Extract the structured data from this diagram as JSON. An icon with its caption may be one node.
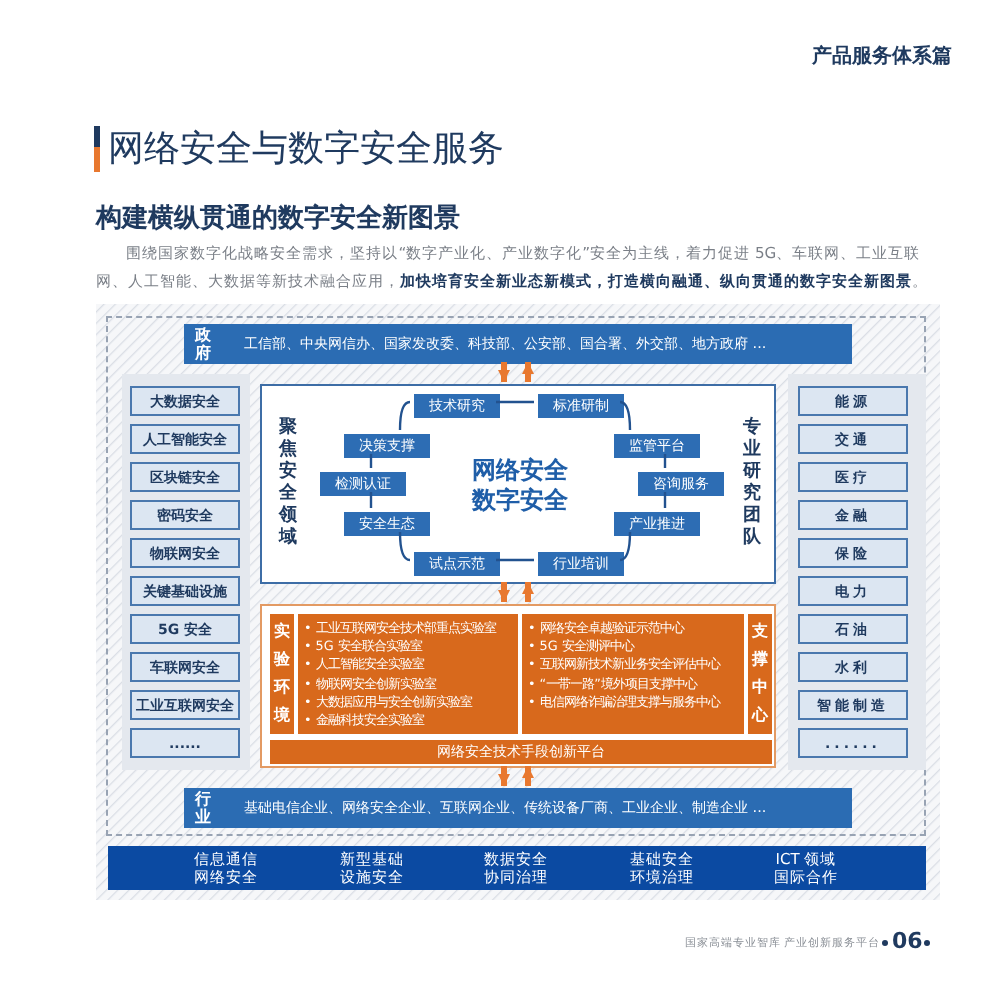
{
  "diagram": {
    "title": "网络安全与数字安全服务",
    "nodes": [
      {
        "text": [],
        "shape": "box"
      },
      {
        "text": [
          "政府",
          "工信部、中央网信办、国家发改委、科技部、公安部、国合署、外交部、地方政府 ..."
        ],
        "in": 0
      },
      {
        "text": [],
        "shape": "box",
        "in": 0
      },
      {
        "text": [
          "大数据安全"
        ],
        "in": 2
      },
      {
        "text": [
          "人工智能安全"
        ],
        "in": 2
      },
      {
        "text": [
          "区块链安全"
        ],
        "in": 2
      },
      {
        "text": [
          "密码安全"
        ],
        "in": 2
      },
      {
        "text": [
          "物联网安全"
        ],
        "in": 2
      },
      {
        "text": [
          "关键基础设施"
        ],
        "in": 2
      },
      {
        "text": [
          "5G 安全"
        ],
        "in": 2
      },
      {
        "text": [
          "车联网安全"
        ],
        "in": 2
      },
      {
        "text": [
          "工业互联网安全"
        ],
        "in": 2
      },
      {
        "text": [
          "......"
        ],
        "in": 2
      },
      {
        "text": [
          "聚焦安全领域",
          "网络安全数字安全",
          "专业研究团队"
        ],
        "in": 0
      },
      {
        "text": [
          "技术研究"
        ],
        "in": 13
      },
      {
        "text": [
          "标准研制"
        ],
        "in": 13
      },
      {
        "text": [
          "决策支撑"
        ],
        "in": 13
      },
      {
        "text": [
          "监管平台"
        ],
        "in": 13
      },
      {
        "text": [
          "检测认证"
        ],
        "in": 13
      },
      {
        "text": [
          "咨询服务"
        ],
        "in": 13
      },
      {
        "text": [
          "安全生态"
        ],
        "in": 13
      },
      {
        "text": [
          "产业推进"
        ],
        "in": 13
      },
      {
        "text": [
          "试点示范"
        ],
        "in": 13
      },
      {
        "text": [
          "行业培训"
        ],
        "in": 13
      },
      {
        "text": [],
        "shape": "box",
        "in": 0
      },
      {
        "text": [
          "实验环境"
        ],
        "in": 24
      },
      {
        "text": [
          "• 工业互联网安全技术部重点实验室",
          "• 5G 安全联合实验室",
          "• 人工智能安全实验室",
          "• 物联网安全创新实验室",
          "• 大数据应用与安全创新实验室",
          "• 金融科技安全实验室"
        ],
        "in": 24
      },
      {
        "text": [
          "• 网络安全卓越验证示范中心",
          "• 5G 安全测评中心",
          "• 互联网新技术新业务安全评估中心",
          "• “一带一路”境外项目支撑中心",
          "• 电信网络诈骗治理支撑与服务中心"
        ],
        "in": 24
      },
      {
        "text": [
          "支撑中心"
        ],
        "in": 24
      },
      {
        "text": [
          "网络安全技术手段创新平台"
        ],
        "in": 24
      },
      {
        "text": [],
        "shape": "box",
        "in": 0
      },
      {
        "text": [
          "能源"
        ],
        "in": 30
      },
      {
        "text": [
          "交通"
        ],
        "in": 30
      },
      {
        "text": [
          "医疗"
        ],
        "in": 30
      },
      {
        "text": [
          "金融"
        ],
        "in": 30
      },
      {
        "text": [
          "保险"
        ],
        "in": 30
      },
      {
        "text": [
          "电力"
        ],
        "in": 30
      },
      {
        "text": [
          "石油"
        ],
        "in": 30
      },
      {
        "text": [
          "水利"
        ],
        "in": 30
      },
      {
        "text": [
          "智能制造"
        ],
        "in": 30
      },
      {
        "text": [
          "......"
        ],
        "in": 30
      },
      {
        "text": [
          "行业",
          "基础电信企业、网络安全企业、互联网企业、传统设备厂商、工业企业、制造企业 ..."
        ],
        "in": 0
      },
      {
        "text": [
          "信息通信网络安全",
          "新型基础设施安全",
          "数据安全协同治理",
          "基础安全环境治理",
          "ICT 领域国际合作"
        ]
      }
    ],
    "edges": [
      {
        "from": 14,
        "to": 15,
        "arrow": "none"
      },
      {
        "from": 14,
        "to": 16,
        "arrow": "none"
      },
      {
        "from": 16,
        "to": 18,
        "arrow": "none"
      },
      {
        "from": 18,
        "to": 20,
        "arrow": "none"
      },
      {
        "from": 20,
        "to": 22,
        "arrow": "none"
      },
      {
        "from": 22,
        "to": 23,
        "arrow": "none"
      },
      {
        "from": 23,
        "to": 21,
        "arrow": "none"
      },
      {
        "from": 21,
        "to": 19,
        "arrow": "none"
      },
      {
        "from": 19,
        "to": 17,
        "arrow": "none"
      },
      {
        "from": 17,
        "to": 15,
        "arrow": "none"
      },
      {
        "from": 1,
        "to": 13,
        "arrow": "to",
        "style": "thick",
        "color": "#e8782f"
      },
      {
        "from": 13,
        "to": 1,
        "arrow": "to",
        "style": "thick",
        "color": "#e8782f"
      },
      {
        "from": 13,
        "to": 24,
        "arrow": "to",
        "style": "thick",
        "color": "#e8782f"
      },
      {
        "from": 24,
        "to": 13,
        "arrow": "to",
        "style": "thick",
        "color": "#e8782f"
      },
      {
        "from": 24,
        "to": 41,
        "arrow": "to",
        "style": "thick",
        "color": "#e8782f"
      },
      {
        "from": 41,
        "to": 24,
        "arrow": "to",
        "style": "thick",
        "color": "#e8782f"
      }
    ],
    "labels": [
      "产品服务体系篇",
      "构建横纵贯通的数字安全新图景",
      "围绕国家数字化战略安全需求，坚持以“数字产业化、产业数字化”安全为主线，着力促进 5G、车联网、工业互联网、人工智能、大数据等新技术融合应用，**加快培育安全新业态新模式，打造横向融通、纵向贯通的数字安全新图景**。",
      "国家高端专业智库 产业创新服务平台",
      "06"
    ]
  }
}
